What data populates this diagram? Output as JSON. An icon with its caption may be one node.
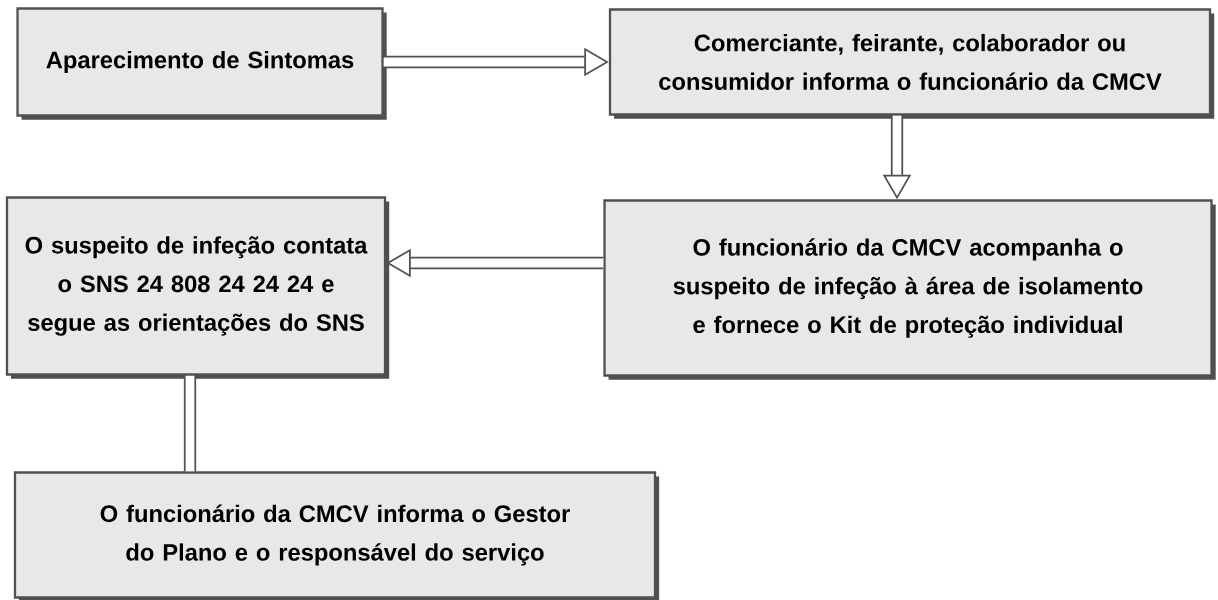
{
  "diagram": {
    "nodes": [
      {
        "text": [
          "Aparecimento de Sintomas"
        ]
      },
      {
        "text": [
          "Comerciante, feirante, colaborador ou consumidor informa o funcionário da CMCV"
        ]
      },
      {
        "text": [
          "O funcionário da CMCV acompanha o suspeito de infeção à área de isolamento e fornece o Kit de proteção individual"
        ]
      },
      {
        "text": [
          "O suspeito de infeção contata o SNS 24 808 24 24 24 e segue as orientações do SNS"
        ]
      },
      {
        "text": [
          "O funcionário da CMCV informa o Gestor do Plano e o responsável do serviço"
        ]
      }
    ],
    "edges": [
      {
        "from": 0,
        "to": 1,
        "arrow": "to"
      },
      {
        "from": 1,
        "to": 2,
        "arrow": "to"
      },
      {
        "from": 2,
        "to": 3,
        "arrow": "to"
      },
      {
        "from": 3,
        "to": 4,
        "arrow": "none"
      }
    ]
  }
}
